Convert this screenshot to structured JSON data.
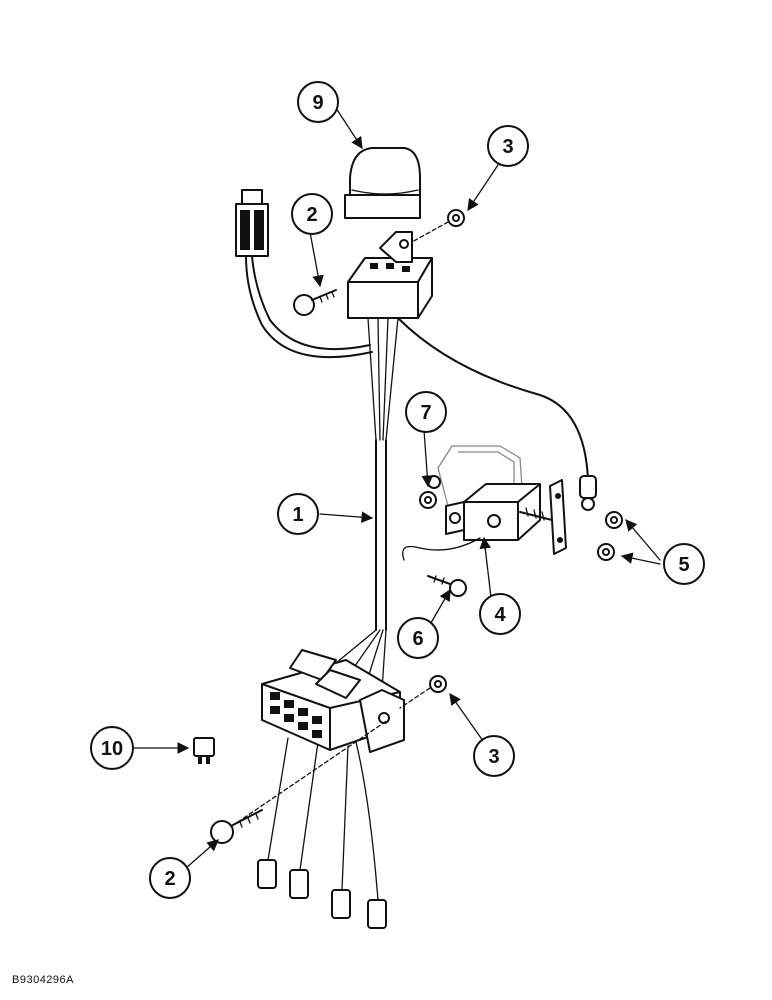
{
  "figure_id": "B9304296A",
  "callouts": [
    {
      "id": "callout-1",
      "label": "1"
    },
    {
      "id": "callout-2a",
      "label": "2"
    },
    {
      "id": "callout-2b",
      "label": "2"
    },
    {
      "id": "callout-3a",
      "label": "3"
    },
    {
      "id": "callout-3b",
      "label": "3"
    },
    {
      "id": "callout-4",
      "label": "4"
    },
    {
      "id": "callout-5",
      "label": "5"
    },
    {
      "id": "callout-6",
      "label": "6"
    },
    {
      "id": "callout-7",
      "label": "7"
    },
    {
      "id": "callout-9",
      "label": "9"
    },
    {
      "id": "callout-10",
      "label": "10"
    }
  ]
}
